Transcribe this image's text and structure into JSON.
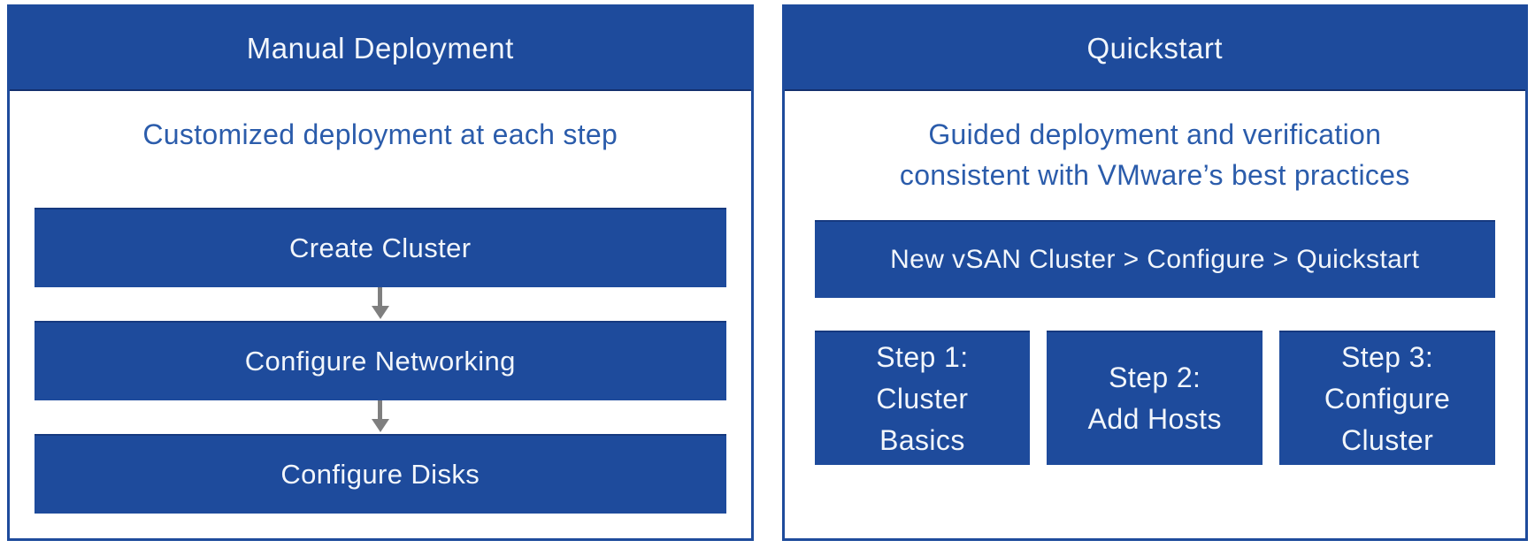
{
  "colors": {
    "primary_blue": "#1e4b9c",
    "edge_blue": "#16397f",
    "subtitle_text_blue": "#2b5cab",
    "box_text_white": "#f2f6fb",
    "arrow_gray": "#7f7f7f"
  },
  "manual_panel": {
    "title": "Manual Deployment",
    "subtitle": "Customized deployment at each step",
    "flow_steps": [
      "Create Cluster",
      "Configure Networking",
      "Configure Disks"
    ]
  },
  "quickstart_panel": {
    "title": "Quickstart",
    "subtitle_line1": "Guided deployment and verification",
    "subtitle_line2": "consistent with VMware’s best practices",
    "path_bar": "New vSAN Cluster > Configure > Quickstart",
    "steps": [
      {
        "lines": [
          "Step 1:",
          "Cluster",
          "Basics"
        ]
      },
      {
        "lines": [
          "Step 2:",
          "Add Hosts"
        ]
      },
      {
        "lines": [
          "Step 3:",
          "Configure",
          "Cluster"
        ]
      }
    ]
  }
}
